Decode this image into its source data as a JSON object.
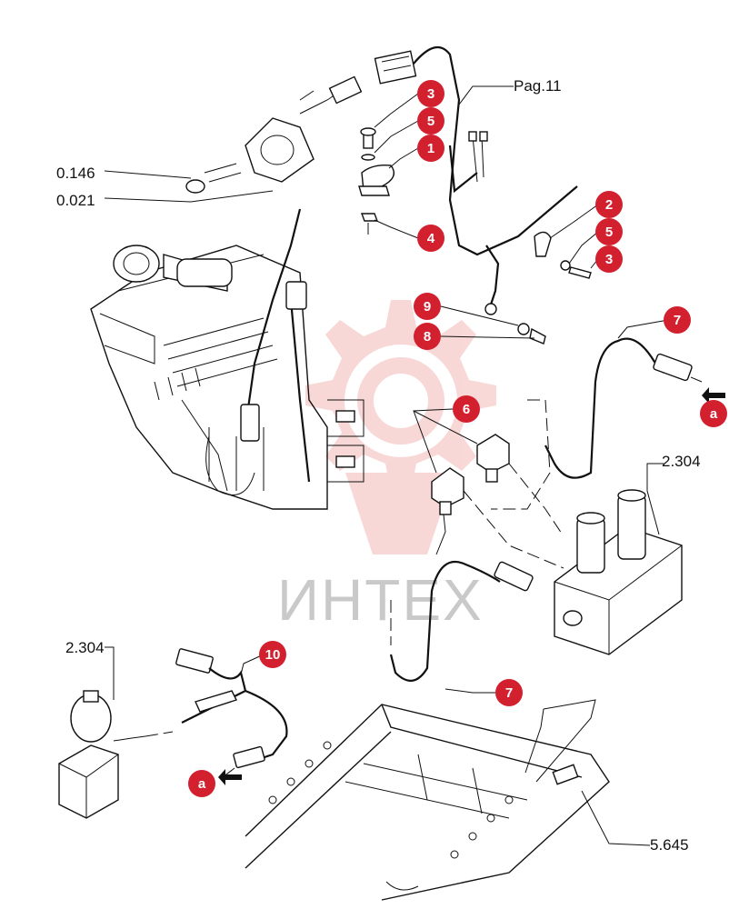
{
  "watermark": {
    "text": "ИНТЕХ",
    "color": "#f4c4c4"
  },
  "callout_color": "#d3202f",
  "callouts": [
    {
      "id": "c-3-top",
      "label": "3"
    },
    {
      "id": "c-5-top",
      "label": "5"
    },
    {
      "id": "c-1",
      "label": "1"
    },
    {
      "id": "c-4",
      "label": "4"
    },
    {
      "id": "c-2",
      "label": "2"
    },
    {
      "id": "c-5-right",
      "label": "5"
    },
    {
      "id": "c-3-right",
      "label": "3"
    },
    {
      "id": "c-9",
      "label": "9"
    },
    {
      "id": "c-8",
      "label": "8"
    },
    {
      "id": "c-7-top",
      "label": "7"
    },
    {
      "id": "c-a-right",
      "label": "a"
    },
    {
      "id": "c-6",
      "label": "6"
    },
    {
      "id": "c-10",
      "label": "10"
    },
    {
      "id": "c-7-bottom",
      "label": "7"
    },
    {
      "id": "c-a-left",
      "label": "a"
    }
  ],
  "references": {
    "pag": "Pag.11",
    "ref_0146": "0.146",
    "ref_0021": "0.021",
    "ref_2304_right": "2.304",
    "ref_2304_left": "2.304",
    "ref_5645": "5.645"
  }
}
